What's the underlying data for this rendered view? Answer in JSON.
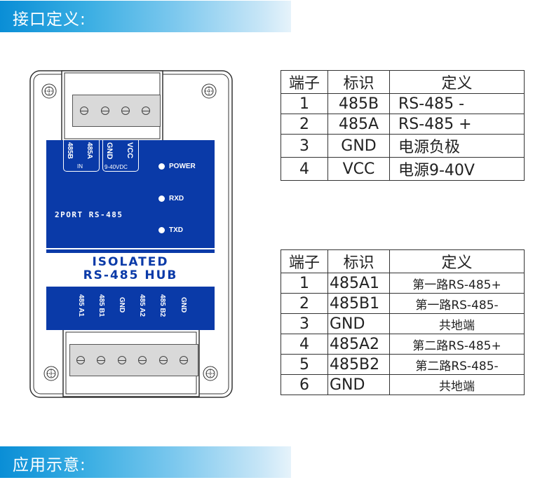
{
  "banners": {
    "interface_definition": "接口定义:",
    "application_diagram": "应用示意:"
  },
  "device": {
    "top_terminal_count": 4,
    "bottom_terminal_count": 6,
    "input_labels": [
      "485B",
      "485A"
    ],
    "input_group_label": "IN",
    "power_labels": [
      "GND",
      "VCC"
    ],
    "power_group_label": "9-40VDC",
    "leds": [
      "POWER",
      "RXD",
      "TXD"
    ],
    "model_label": "2PORT RS-485",
    "title_line1": "ISOLATED",
    "title_line2": "RS-485 HUB",
    "output_labels": [
      "485 A1",
      "485 B1",
      "GND",
      "485 A2",
      "485 B2",
      "GND"
    ],
    "colors": {
      "panel_blue": "#0a3aa8",
      "terminal_gray": "#d9d9d9"
    }
  },
  "table_input": {
    "headers": [
      "端子",
      "标识",
      "定义"
    ],
    "rows": [
      [
        "1",
        "485B",
        "RS-485 -"
      ],
      [
        "2",
        "485A",
        "RS-485 +"
      ],
      [
        "3",
        "GND",
        "电源负极"
      ],
      [
        "4",
        "VCC",
        "电源9-40V"
      ]
    ]
  },
  "table_output": {
    "headers": [
      "端子",
      "标识",
      "定义"
    ],
    "rows": [
      [
        "1",
        "485A1",
        "第一路RS-485+"
      ],
      [
        "2",
        "485B1",
        "第一路RS-485-"
      ],
      [
        "3",
        "GND",
        "共地端"
      ],
      [
        "4",
        "485A2",
        "第二路RS-485+"
      ],
      [
        "5",
        "485B2",
        "第二路RS-485-"
      ],
      [
        "6",
        "GND",
        "共地端"
      ]
    ]
  }
}
